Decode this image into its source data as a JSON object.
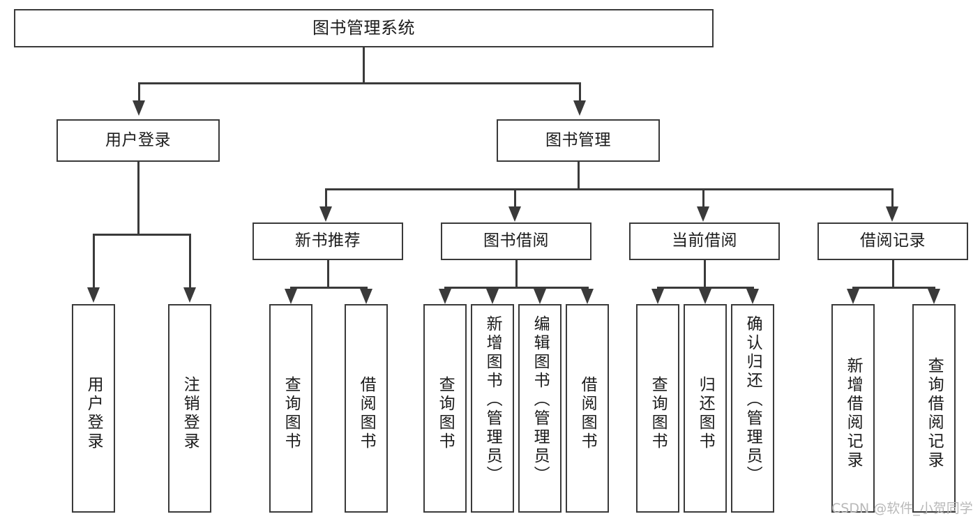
{
  "diagram": {
    "type": "tree-hierarchy",
    "title": "图书管理系统",
    "orientation": "top-down",
    "colors": {
      "stroke": "#3a3a3a",
      "fill": "#ffffff",
      "text": "#1b1b1b",
      "watermark": "#b9b9b9"
    },
    "root": {
      "label": "图书管理系统"
    },
    "level2": [
      {
        "label": "用户登录"
      },
      {
        "label": "图书管理"
      }
    ],
    "level3": [
      {
        "label": "新书推荐"
      },
      {
        "label": "图书借阅"
      },
      {
        "label": "当前借阅"
      },
      {
        "label": "借阅记录"
      }
    ],
    "leaves": {
      "user_login": [
        {
          "label": "用户登录"
        },
        {
          "label": "注销登录"
        }
      ],
      "new_book": [
        {
          "label": "查询图书"
        },
        {
          "label": "借阅图书"
        }
      ],
      "book_borrow": [
        {
          "label": "查询图书"
        },
        {
          "label": "新增图书（管理员）"
        },
        {
          "label": "编辑图书（管理员）"
        },
        {
          "label": "借阅图书"
        }
      ],
      "current_borrow": [
        {
          "label": "查询图书"
        },
        {
          "label": "归还图书"
        },
        {
          "label": "确认归还（管理员）"
        }
      ],
      "borrow_record": [
        {
          "label": "新增借阅记录"
        },
        {
          "label": "查询借阅记录"
        }
      ]
    }
  },
  "watermark": {
    "text": "CSDN @软件_小贺同学"
  }
}
